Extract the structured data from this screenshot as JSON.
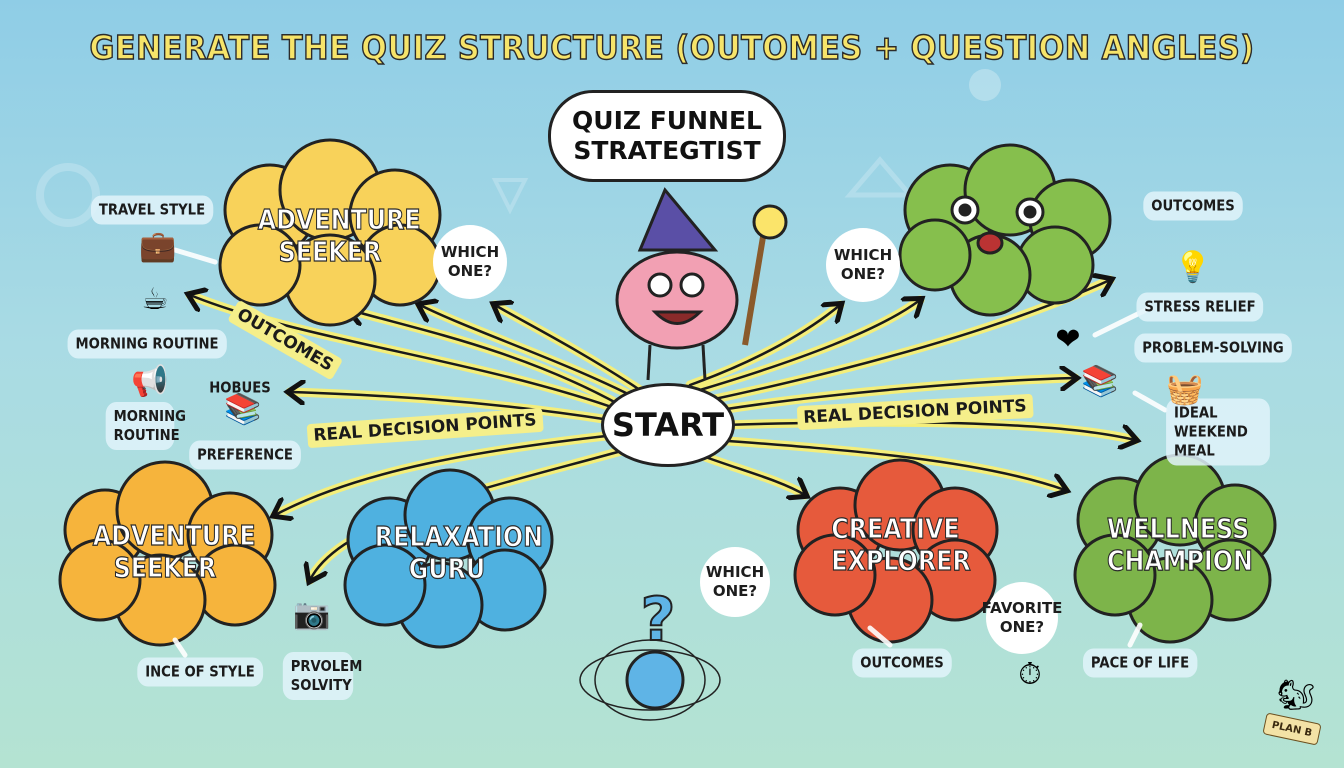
{
  "title": "GENERATE THE QUIZ STRUCTURE  (OUTOMES + QUESTION ANGLES)",
  "thought_bubble": "QUIZ FUNNEL STRATEGTIST",
  "start": "START",
  "outcomes": [
    {
      "label": "ADVENTURE SEEKER",
      "color": "#f8d25a"
    },
    {
      "label": "ADVENTURE SEEKER",
      "color": "#f6b43c"
    },
    {
      "label": "RELAXATION GURU",
      "color": "#4fb1e0"
    },
    {
      "label": "CREATIVE EXPLORER",
      "color": "#e65a3c"
    },
    {
      "label": "WELLNESS CHAMPION",
      "color": "#7db44a"
    }
  ],
  "monster_color": "#86bf4d",
  "question_bubbles": [
    "WHICH ONE?",
    "WHICH ONE?",
    "WHICH ONE?",
    "FAVORITE ONE?"
  ],
  "arrow_labels": {
    "outcomes": "OUTCOMES",
    "decision_left": "REAL DECISION POINTS",
    "decision_right": "REAL DECISION POINTS"
  },
  "left_labels": {
    "travel_style": "TRAVEL STYLE",
    "morning_routine_1": "MORNING ROUTINE",
    "morning_routine_2": "MORNING ROUTINE",
    "hobbies": "HOBUES",
    "preference": "PREFERENCE",
    "style": "INCE OF STYLE",
    "problem": "PRVOLEM SOLVITY"
  },
  "right_labels": {
    "outcomes": "OUTCOMES",
    "stress_relief": "STRESS RELIEF",
    "problem_solving": "PROBLEM-SOLVING",
    "ideal_weekend_meal": "IDEAL WEEKEND MEAL",
    "creative_outcomes": "OUTCOMES",
    "pace_of_life": "PACE OF LIFE"
  },
  "mascot_banner": "PLAN B",
  "accent_arrow": "#f4ee7a"
}
